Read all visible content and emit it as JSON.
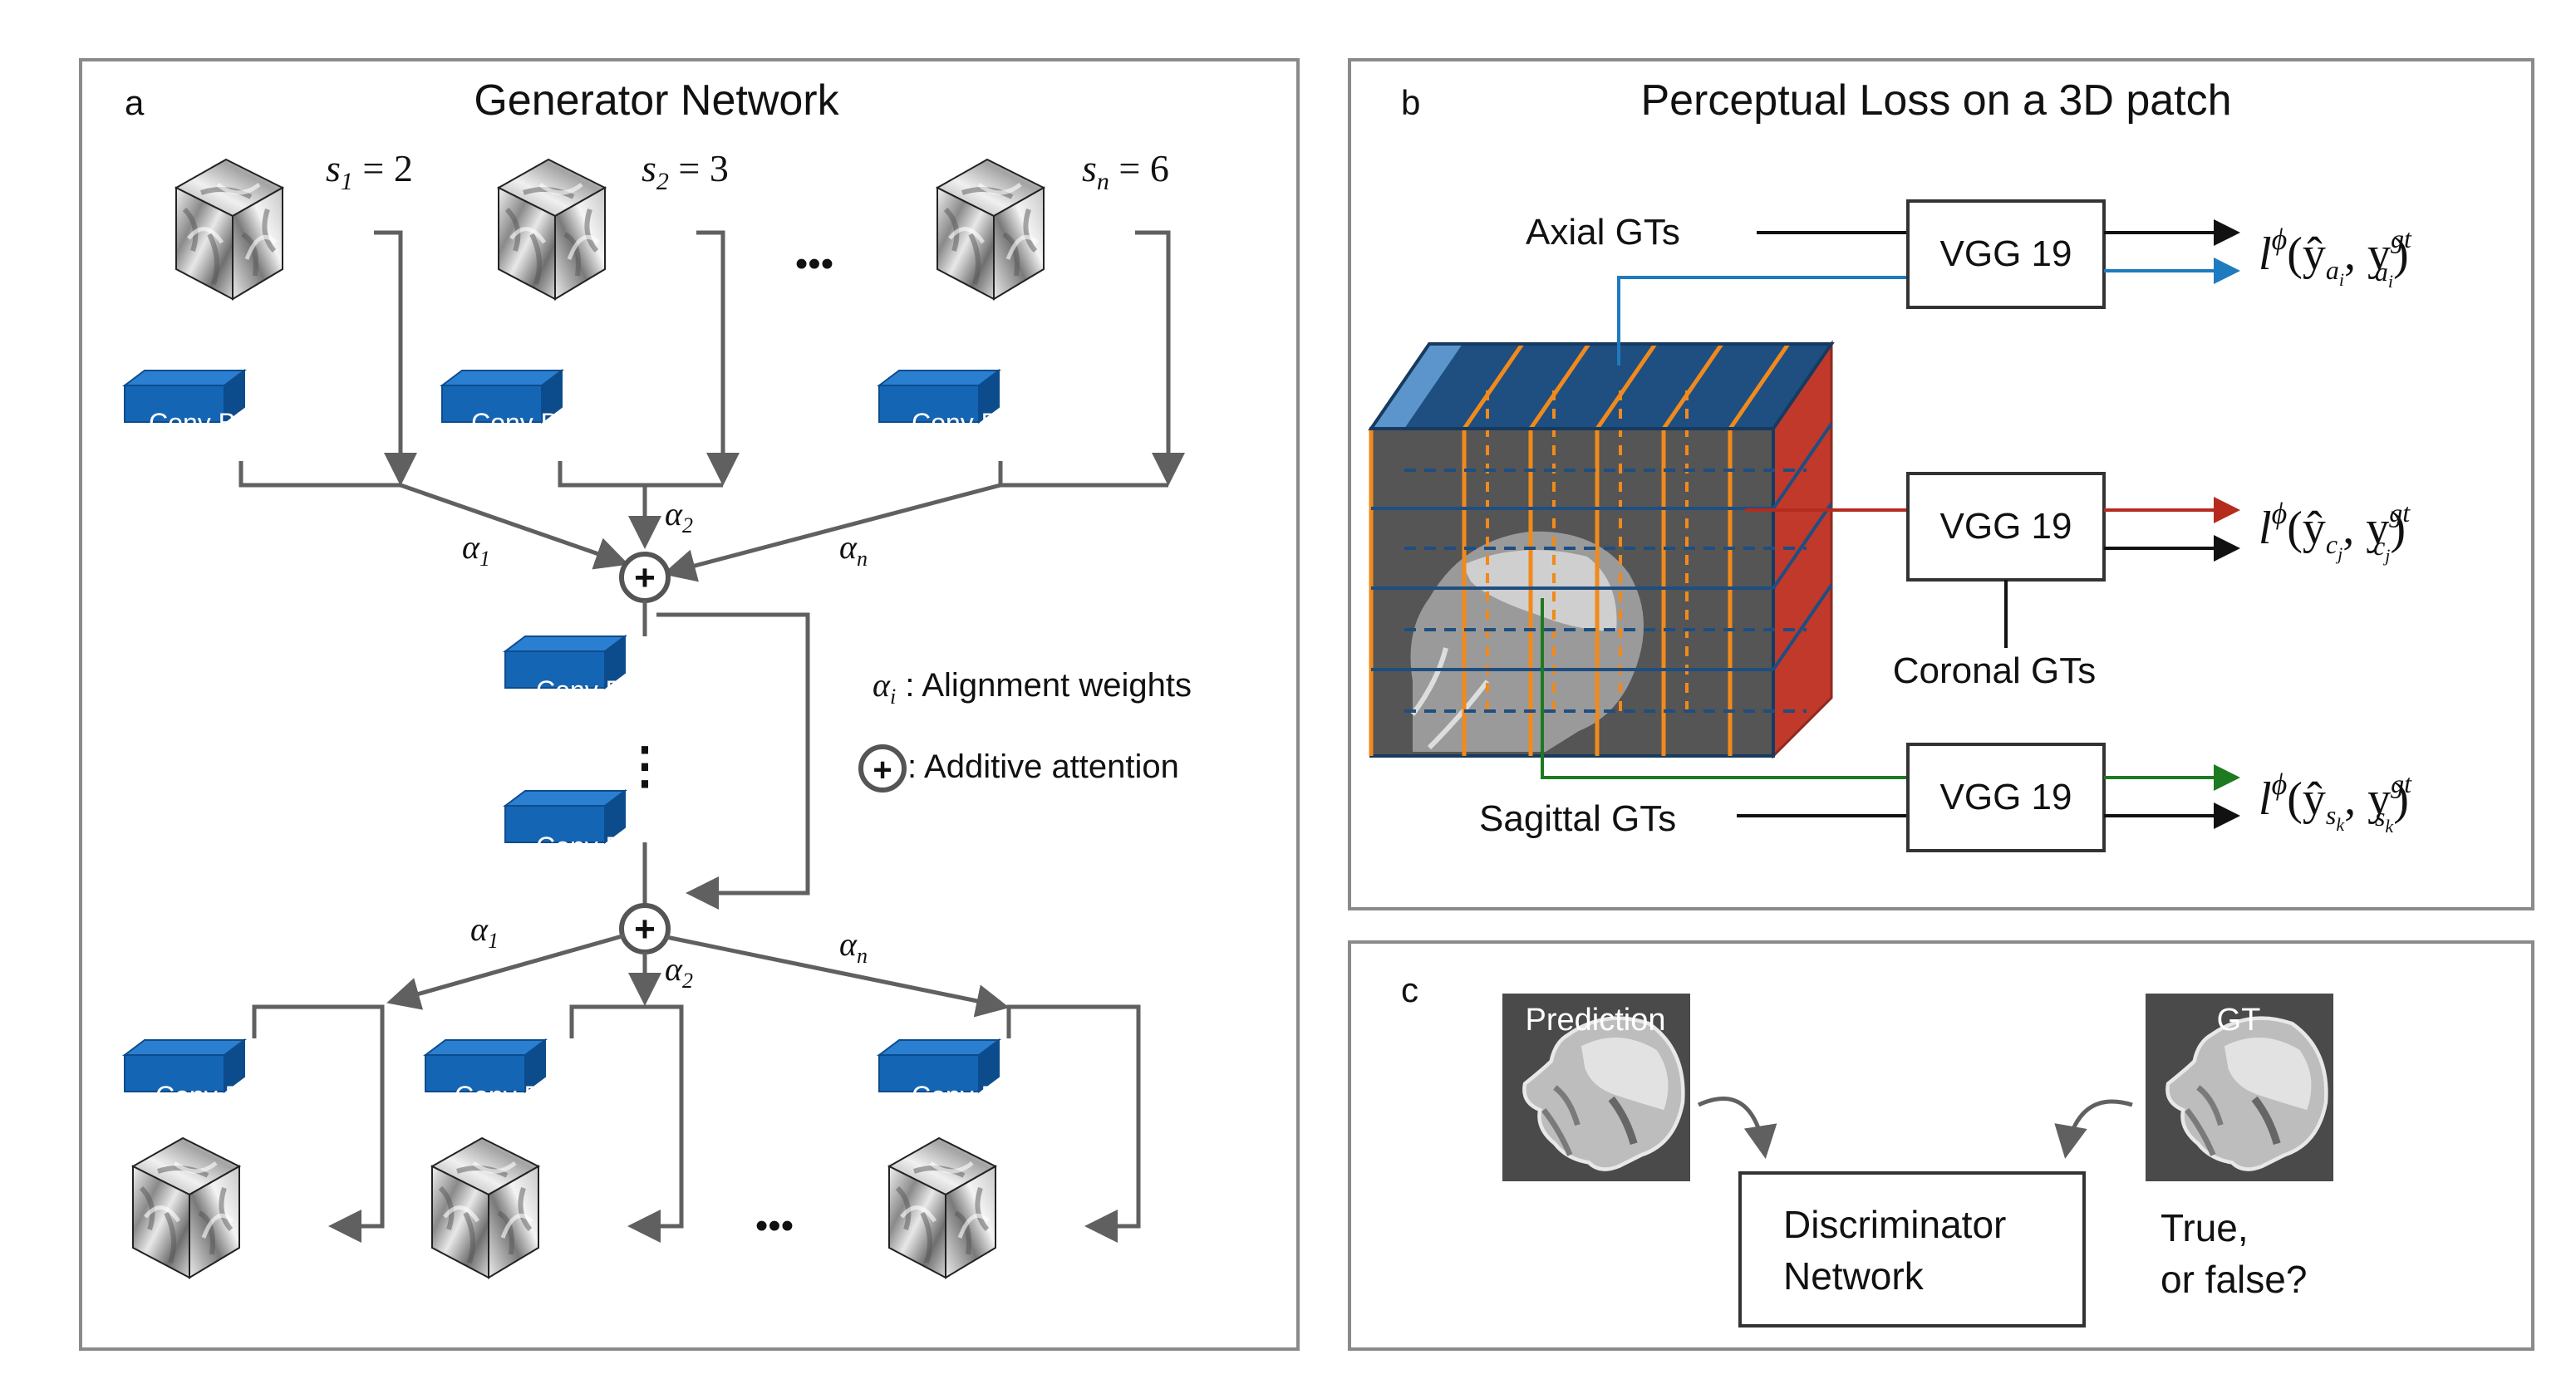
{
  "panel_a": {
    "letter": "a",
    "title": "Generator Network",
    "conv_block": "Conv Block",
    "scales": [
      {
        "var": "s",
        "sub": "1",
        "eq": " = 2"
      },
      {
        "var": "s",
        "sub": "2",
        "eq": " = 3"
      },
      {
        "var": "s",
        "sub": "n",
        "eq": " = 6"
      }
    ],
    "ellipsis": "•••",
    "vdots": "⋮",
    "alphas": [
      {
        "var": "α",
        "sub": "1"
      },
      {
        "var": "α",
        "sub": "2"
      },
      {
        "var": "α",
        "sub": "n"
      }
    ],
    "plus": "+",
    "legend": {
      "alpha_sym": "α",
      "alpha_sub": "i",
      "alpha_text": " : Alignment weights",
      "plus_text": " : Additive attention"
    }
  },
  "panel_b": {
    "letter": "b",
    "title": "Perceptual Loss on a 3D patch",
    "vgg": "VGG 19",
    "axial": "Axial GTs",
    "coronal": "Coronal GTs",
    "sagittal": "Sagittal GTs",
    "loss_main": "l",
    "loss_sup": "ϕ",
    "losses": [
      {
        "a": "a",
        "b": "i"
      },
      {
        "a": "c",
        "b": "j"
      },
      {
        "a": "s",
        "b": "k"
      }
    ],
    "gt": "gt",
    "colors": {
      "axial": "#1f7bbf",
      "coronal": "#b52b1e",
      "sagittal": "#1e7a1e",
      "ortho": "#f08a1c"
    }
  },
  "panel_c": {
    "letter": "c",
    "prediction": "Prediction",
    "gt": "GT",
    "disc_line1": "Discriminator",
    "disc_line2": "Network",
    "q_line1": "True,",
    "q_line2": "or false?"
  },
  "colors": {
    "conv_block": "#1565b5",
    "conv_block_side": "#0d4c8c",
    "arrow": "#606060",
    "frame": "#8a8a8a"
  }
}
